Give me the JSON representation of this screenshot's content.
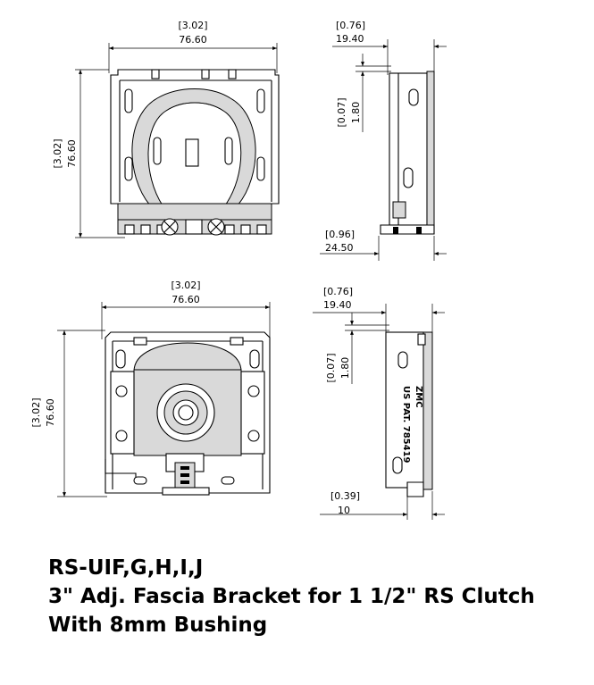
{
  "views": {
    "top_front": {
      "width_dim": {
        "inch": "[3.02]",
        "mm": "76.60"
      },
      "height_dim": {
        "inch": "[3.02]",
        "mm": "76.60"
      }
    },
    "top_side": {
      "width_dim": {
        "inch": "[0.76]",
        "mm": "19.40"
      },
      "slot_dim": {
        "inch": "[0.07]",
        "mm": "1.80"
      },
      "base_dim": {
        "inch": "[0.96]",
        "mm": "24.50"
      }
    },
    "bottom_front": {
      "width_dim": {
        "inch": "[3.02]",
        "mm": "76.60"
      },
      "height_dim": {
        "inch": "[3.02]",
        "mm": "76.60"
      }
    },
    "bottom_side": {
      "width_dim": {
        "inch": "[0.76]",
        "mm": "19.40"
      },
      "slot_dim": {
        "inch": "[0.07]",
        "mm": "1.80"
      },
      "base_dim": {
        "inch": "[0.39]",
        "mm": "10"
      },
      "stamp_line1": "ZMC",
      "stamp_line2": "US PAT. 785419"
    }
  },
  "caption": {
    "line1": "RS-UIF,G,H,I,J",
    "line2": "3\" Adj. Fascia Bracket for 1 1/2\" RS Clutch",
    "line3": "With 8mm Bushing"
  }
}
